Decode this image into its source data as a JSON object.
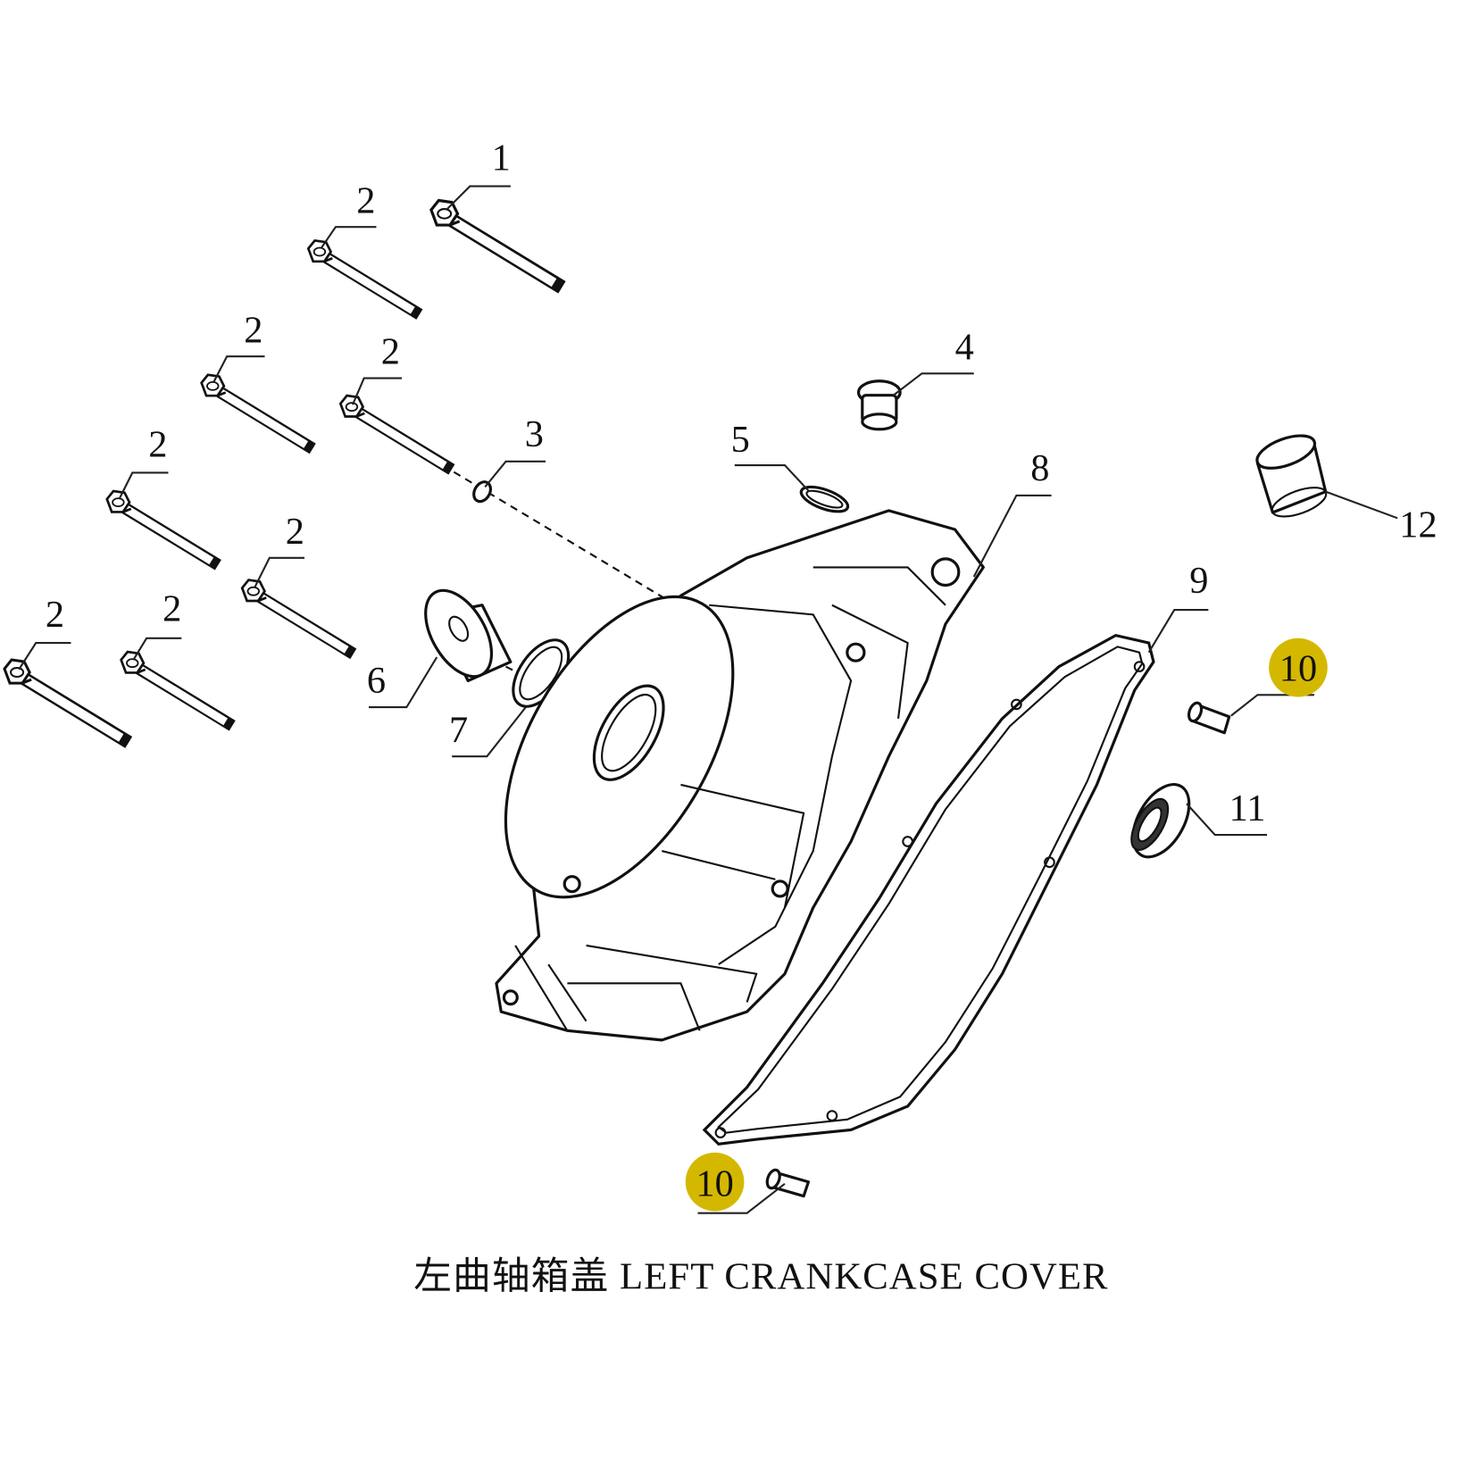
{
  "title": "左曲轴箱盖 LEFT CRANKCASE COVER",
  "highlight_color": "#d4b800",
  "callouts": {
    "c1": "1",
    "c2a": "2",
    "c2b": "2",
    "c2c": "2",
    "c2d": "2",
    "c2e": "2",
    "c2f": "2",
    "c2g": "2",
    "c3": "3",
    "c4": "4",
    "c5": "5",
    "c6": "6",
    "c7": "7",
    "c8": "8",
    "c9": "9",
    "c10a": "10",
    "c10b": "10",
    "c11": "11",
    "c12": "12"
  }
}
